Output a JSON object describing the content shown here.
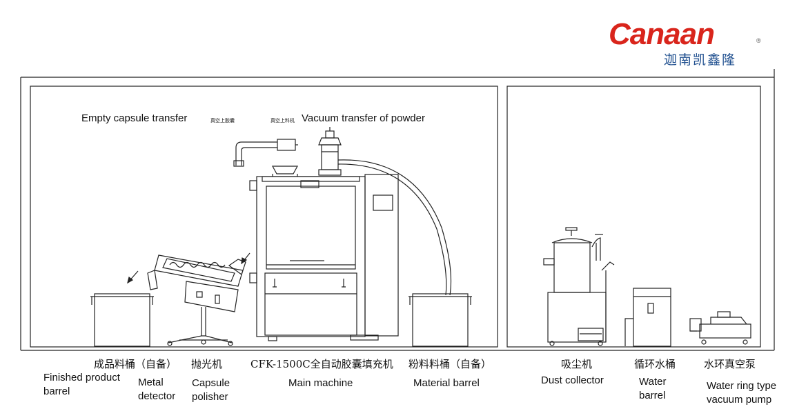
{
  "brand": {
    "wordmark": "Canaan",
    "chinese": "迦南凯鑫隆",
    "registered": "®",
    "colors": {
      "red": "#d9251c",
      "blue": "#1f4f8f"
    }
  },
  "annotations": {
    "empty_capsule_en": "Empty capsule transfer",
    "vacuum_powder_en": "Vacuum transfer of powder",
    "empty_capsule_zh": "真空上胶囊",
    "vacuum_powder_zh": "真空上料机"
  },
  "equipment": [
    {
      "zh": "成品料桶（自备）",
      "en_lines": [
        "Finished product",
        "barrel"
      ]
    },
    {
      "zh": "",
      "en_lines": [
        "Metal",
        "detector"
      ]
    },
    {
      "zh": "抛光机",
      "en_lines": [
        "Capsule",
        "polisher"
      ]
    },
    {
      "zh": "CFK-1500C全自动胶囊填充机",
      "en_lines": [
        "Main machine"
      ]
    },
    {
      "zh": "粉料料桶（自备）",
      "en_lines": [
        "Material barrel"
      ]
    },
    {
      "zh": "吸尘机",
      "en_lines": [
        "Dust collector"
      ]
    },
    {
      "zh": "循环水桶",
      "en_lines": [
        "Water",
        "barrel"
      ]
    },
    {
      "zh": "水环真空泵",
      "en_lines": [
        "Water ring type",
        "vacuum pump"
      ]
    }
  ]
}
